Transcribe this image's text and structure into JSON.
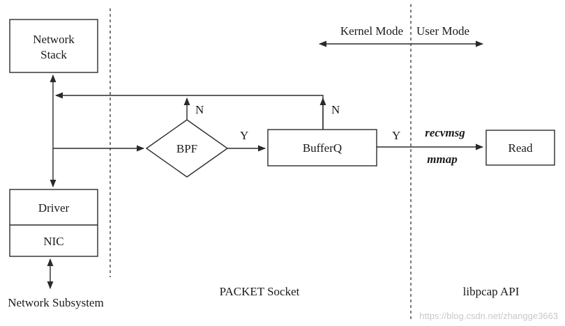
{
  "nodes": {
    "network_stack": [
      "Network",
      "Stack"
    ],
    "driver": "Driver",
    "nic": "NIC",
    "bpf": "BPF",
    "bufferq": "BufferQ",
    "read": "Read"
  },
  "edges": {
    "bpf_no": "N",
    "bpf_yes": "Y",
    "bufferq_no": "N",
    "bufferq_yes": "Y",
    "recvmsg": "recvmsg",
    "mmap": "mmap"
  },
  "modes": {
    "kernel": "Kernel Mode",
    "user": "User Mode"
  },
  "regions": {
    "network_subsystem": "Network Subsystem",
    "packet_socket": "PACKET Socket",
    "libpcap_api": "libpcap API"
  },
  "watermark": "https://blog.csdn.net/zhangge3663"
}
